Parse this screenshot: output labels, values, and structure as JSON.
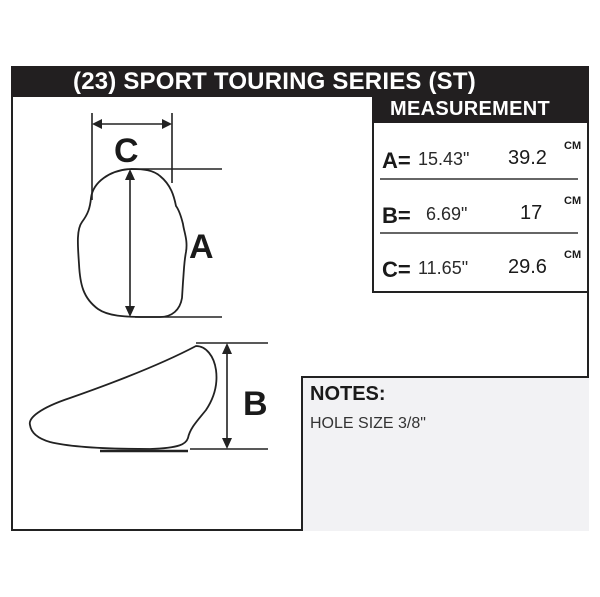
{
  "header": {
    "title": "(23) SPORT TOURING SERIES  (ST)"
  },
  "measurement": {
    "heading": "MEASUREMENT",
    "rows": [
      {
        "letter": "A=",
        "inches": "15.43\"",
        "cm": "39.2",
        "unit": "CM"
      },
      {
        "letter": "B=",
        "inches": "6.69\"",
        "cm": "17",
        "unit": "CM"
      },
      {
        "letter": "C=",
        "inches": "11.65\"",
        "cm": "29.6",
        "unit": "CM"
      }
    ]
  },
  "diagram": {
    "label_a": "A",
    "label_b": "B",
    "label_c": "C"
  },
  "notes": {
    "title": "NOTES:",
    "text": "HOLE SIZE 3/8\""
  }
}
